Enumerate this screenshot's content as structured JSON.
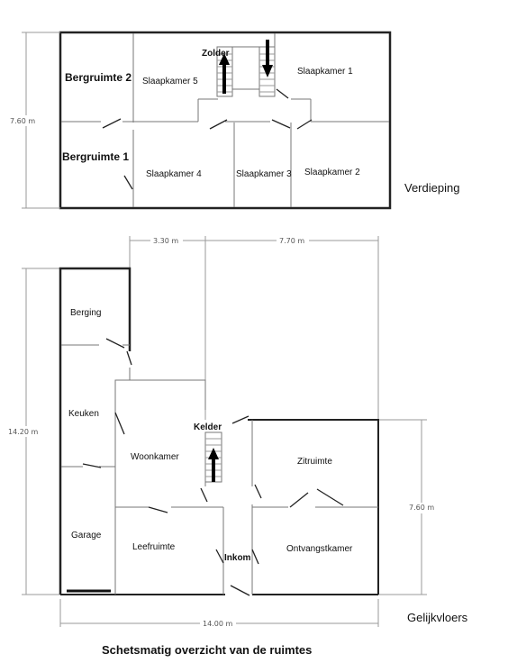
{
  "upper_floor": {
    "label": "Verdieping",
    "height_dim": "7.60 m",
    "rooms": {
      "bergruimte_2": "Bergruimte 2",
      "bergruimte_1": "Bergruimte 1",
      "slaapkamer_5": "Slaapkamer 5",
      "slaapkamer_4": "Slaapkamer 4",
      "slaapkamer_3": "Slaapkamer 3",
      "slaapkamer_2": "Slaapkamer 2",
      "slaapkamer_1": "Slaapkamer 1",
      "zolder": "Zolder"
    }
  },
  "ground_floor": {
    "label": "Gelijkvloers",
    "height_dim": "14.20 m",
    "width_dim": "14.00 m",
    "top_dim_left": "3.30 m",
    "top_dim_right": "7.70 m",
    "right_dim": "7.60 m",
    "rooms": {
      "berging": "Berging",
      "keuken": "Keuken",
      "garage": "Garage",
      "woonkamer": "Woonkamer",
      "leefruimte": "Leefruimte",
      "kelder": "Kelder",
      "inkom": "Inkom",
      "zitruimte": "Zitruimte",
      "ontvangstkamer": "Ontvangstkamer"
    }
  },
  "caption": "Schetsmatig overzicht van de ruimtes"
}
